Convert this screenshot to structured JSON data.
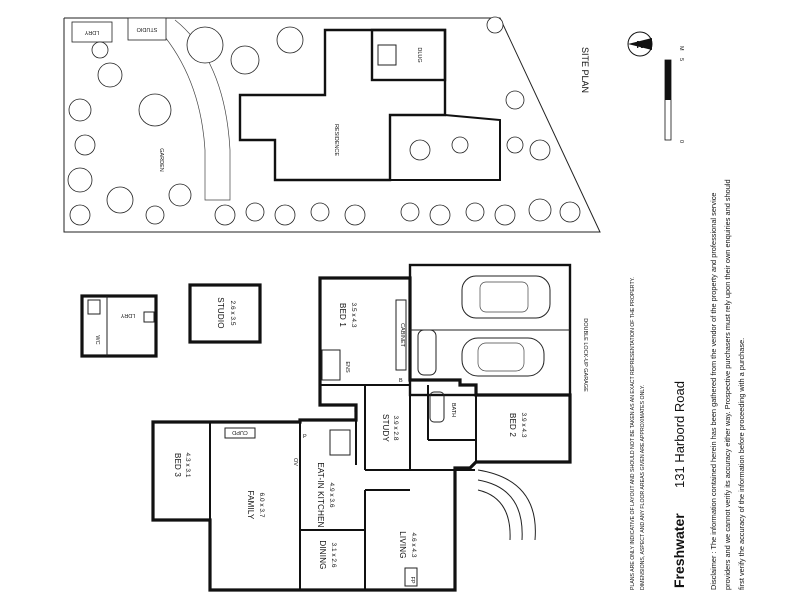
{
  "site_plan": {
    "title": "SITE PLAN",
    "labels": {
      "studio": "STUDIO",
      "laundry": "LDRY",
      "garden": "GARDEN",
      "residence": "RESIDENCE",
      "garage": "DLUG"
    }
  },
  "rooms": {
    "studio": {
      "name": "STUDIO",
      "dims": "2.6 x 3.5"
    },
    "bed1": {
      "name": "BED 1",
      "dims": "3.5 x 4.3"
    },
    "bed2": {
      "name": "BED 2",
      "dims": "3.9 x 4.3"
    },
    "bed3": {
      "name": "BED 3",
      "dims": "4.3 x 3.1"
    },
    "study": {
      "name": "STUDY",
      "dims": "3.9 x 2.8"
    },
    "family": {
      "name": "FAMILY",
      "dims": "6.0 x 3.7"
    },
    "kitchen": {
      "name": "EAT-IN KITCHEN",
      "dims": "4.9 x 3.6"
    },
    "dining": {
      "name": "DINING",
      "dims": "3.1 x 2.6"
    },
    "living": {
      "name": "LIVING",
      "dims": "4.6 x 4.3"
    }
  },
  "fixtures": {
    "wc": "WC",
    "laundry": "LDRY",
    "ens": "ENS",
    "cabinet": "CABINET",
    "bath": "BATH",
    "cupd": "CUPD",
    "fp": "FP",
    "p": "P",
    "ov": "OV",
    "b": "B",
    "l": "L"
  },
  "garage_label": "DOUBLE LOCK-UP GARAGE",
  "disclaimer": {
    "line1": "PLANS ARE ONLY INDICATIVE OF LAYOUT AND SHOULD NOT BE TAKEN AS AN EXACT REPRESENTATION OF THE PROPERTY.",
    "line2": "DIMENSIONS, ASPECT AND ANY FLOOR AREAS GIVEN ARE APPROXIMATES ONLY.",
    "para1": "Disclaimer : The information contained herein has been gathered from the vendor of the property and professional service",
    "para2": "providers and we cannot verify its accuracy either way. Prospective purchasers must rely upon their own enquiries and should",
    "para3": "first verify the accuracy of the information before proceeding with a purchase."
  },
  "address": {
    "suburb": "Freshwater",
    "street": "131 Harbord Road"
  },
  "scale": {
    "zero": "0",
    "five": "5",
    "unit": "M"
  },
  "north_label": "N"
}
